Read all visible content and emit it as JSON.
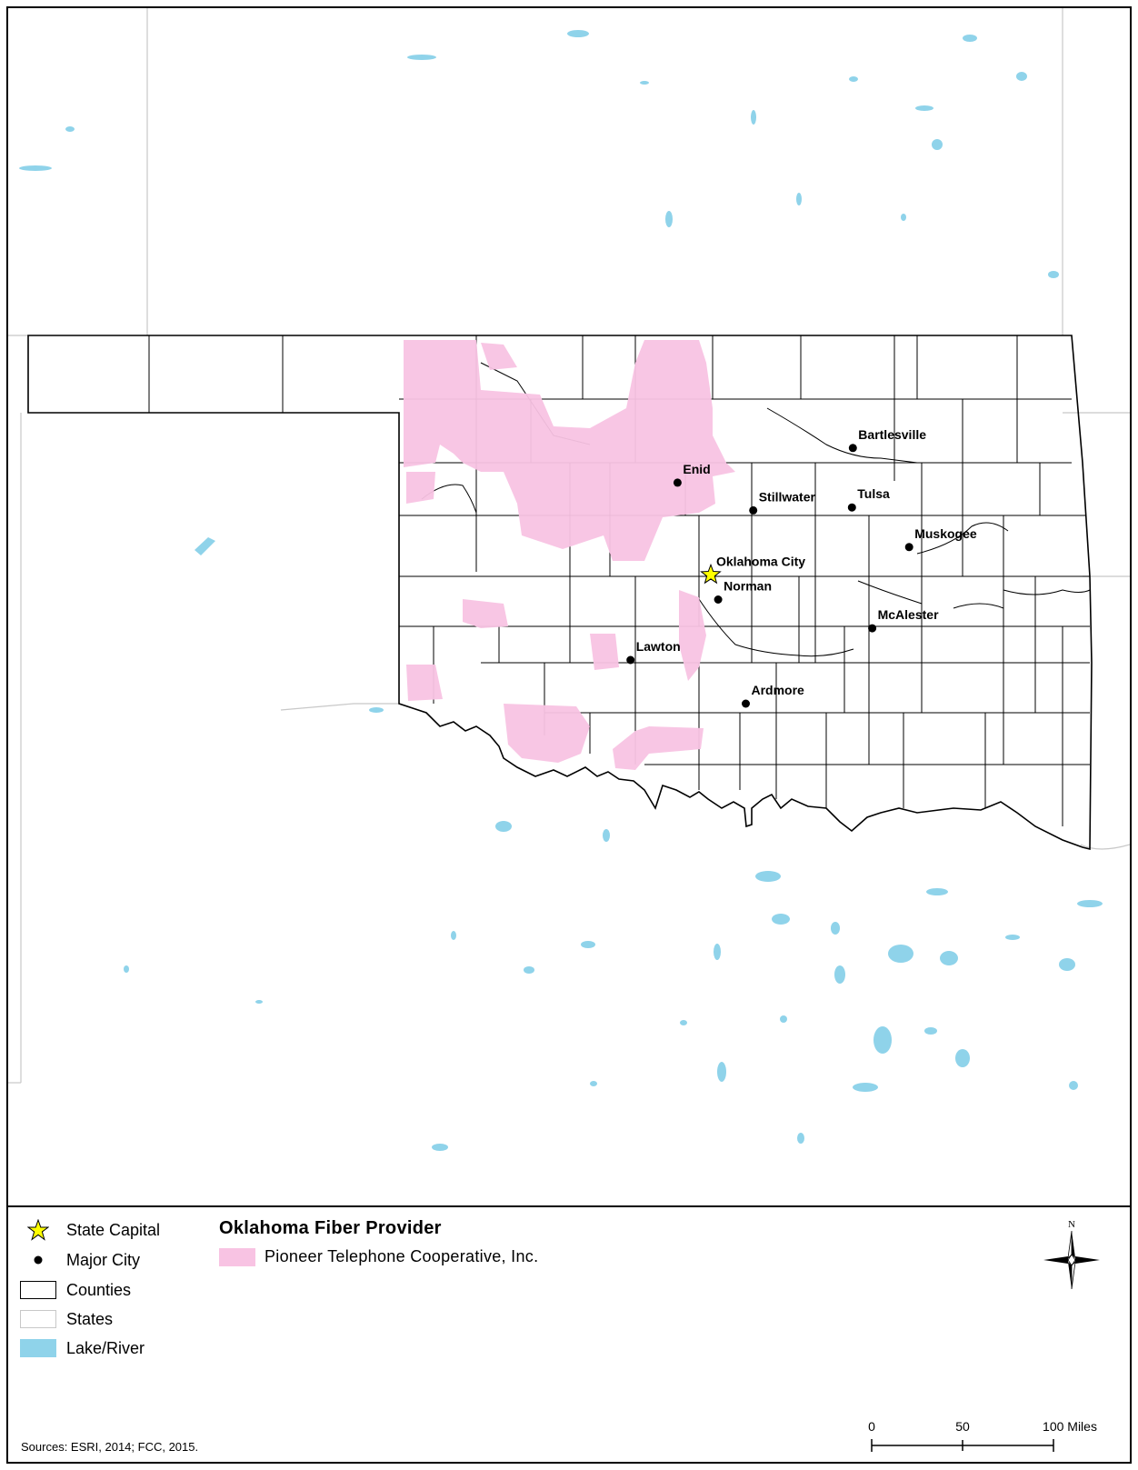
{
  "map": {
    "cities": [
      {
        "name": "Bartlesville",
        "lon": -95.98,
        "lat": 36.75
      },
      {
        "name": "Enid",
        "lon": -97.88,
        "lat": 36.4
      },
      {
        "name": "Stillwater",
        "lon": -97.06,
        "lat": 36.12
      },
      {
        "name": "Tulsa",
        "lon": -95.99,
        "lat": 36.15
      },
      {
        "name": "Muskogee",
        "lon": -95.37,
        "lat": 35.75
      },
      {
        "name": "Oklahoma City",
        "lon": -97.52,
        "lat": 35.47,
        "capital": true
      },
      {
        "name": "Norman",
        "lon": -97.44,
        "lat": 35.22
      },
      {
        "name": "McAlester",
        "lon": -95.77,
        "lat": 34.93
      },
      {
        "name": "Lawton",
        "lon": -98.39,
        "lat": 34.61
      },
      {
        "name": "Ardmore",
        "lon": -97.14,
        "lat": 34.17
      }
    ],
    "colors": {
      "fiber": "#f8c3e3",
      "water": "#8fd3ea",
      "county_line": "#000000",
      "state_line": "#c8c8c8",
      "capital_star": "#ffff00"
    }
  },
  "legend": {
    "items": [
      {
        "label": "State Capital",
        "symbol": "star-icon"
      },
      {
        "label": "Major City",
        "symbol": "dot-icon"
      },
      {
        "label": "Counties",
        "symbol": "black-outline-box"
      },
      {
        "label": "States",
        "symbol": "gray-outline-box"
      },
      {
        "label": "Lake/River",
        "symbol": "blue-fill-box"
      }
    ],
    "fiber_title": "Oklahoma Fiber Provider",
    "fiber_provider": "Pioneer Telephone Cooperative, Inc.",
    "north_label": "N",
    "scale": {
      "ticks": [
        "0",
        "50",
        "100 Miles"
      ]
    },
    "sources": "Sources: ESRI, 2014; FCC, 2015."
  }
}
